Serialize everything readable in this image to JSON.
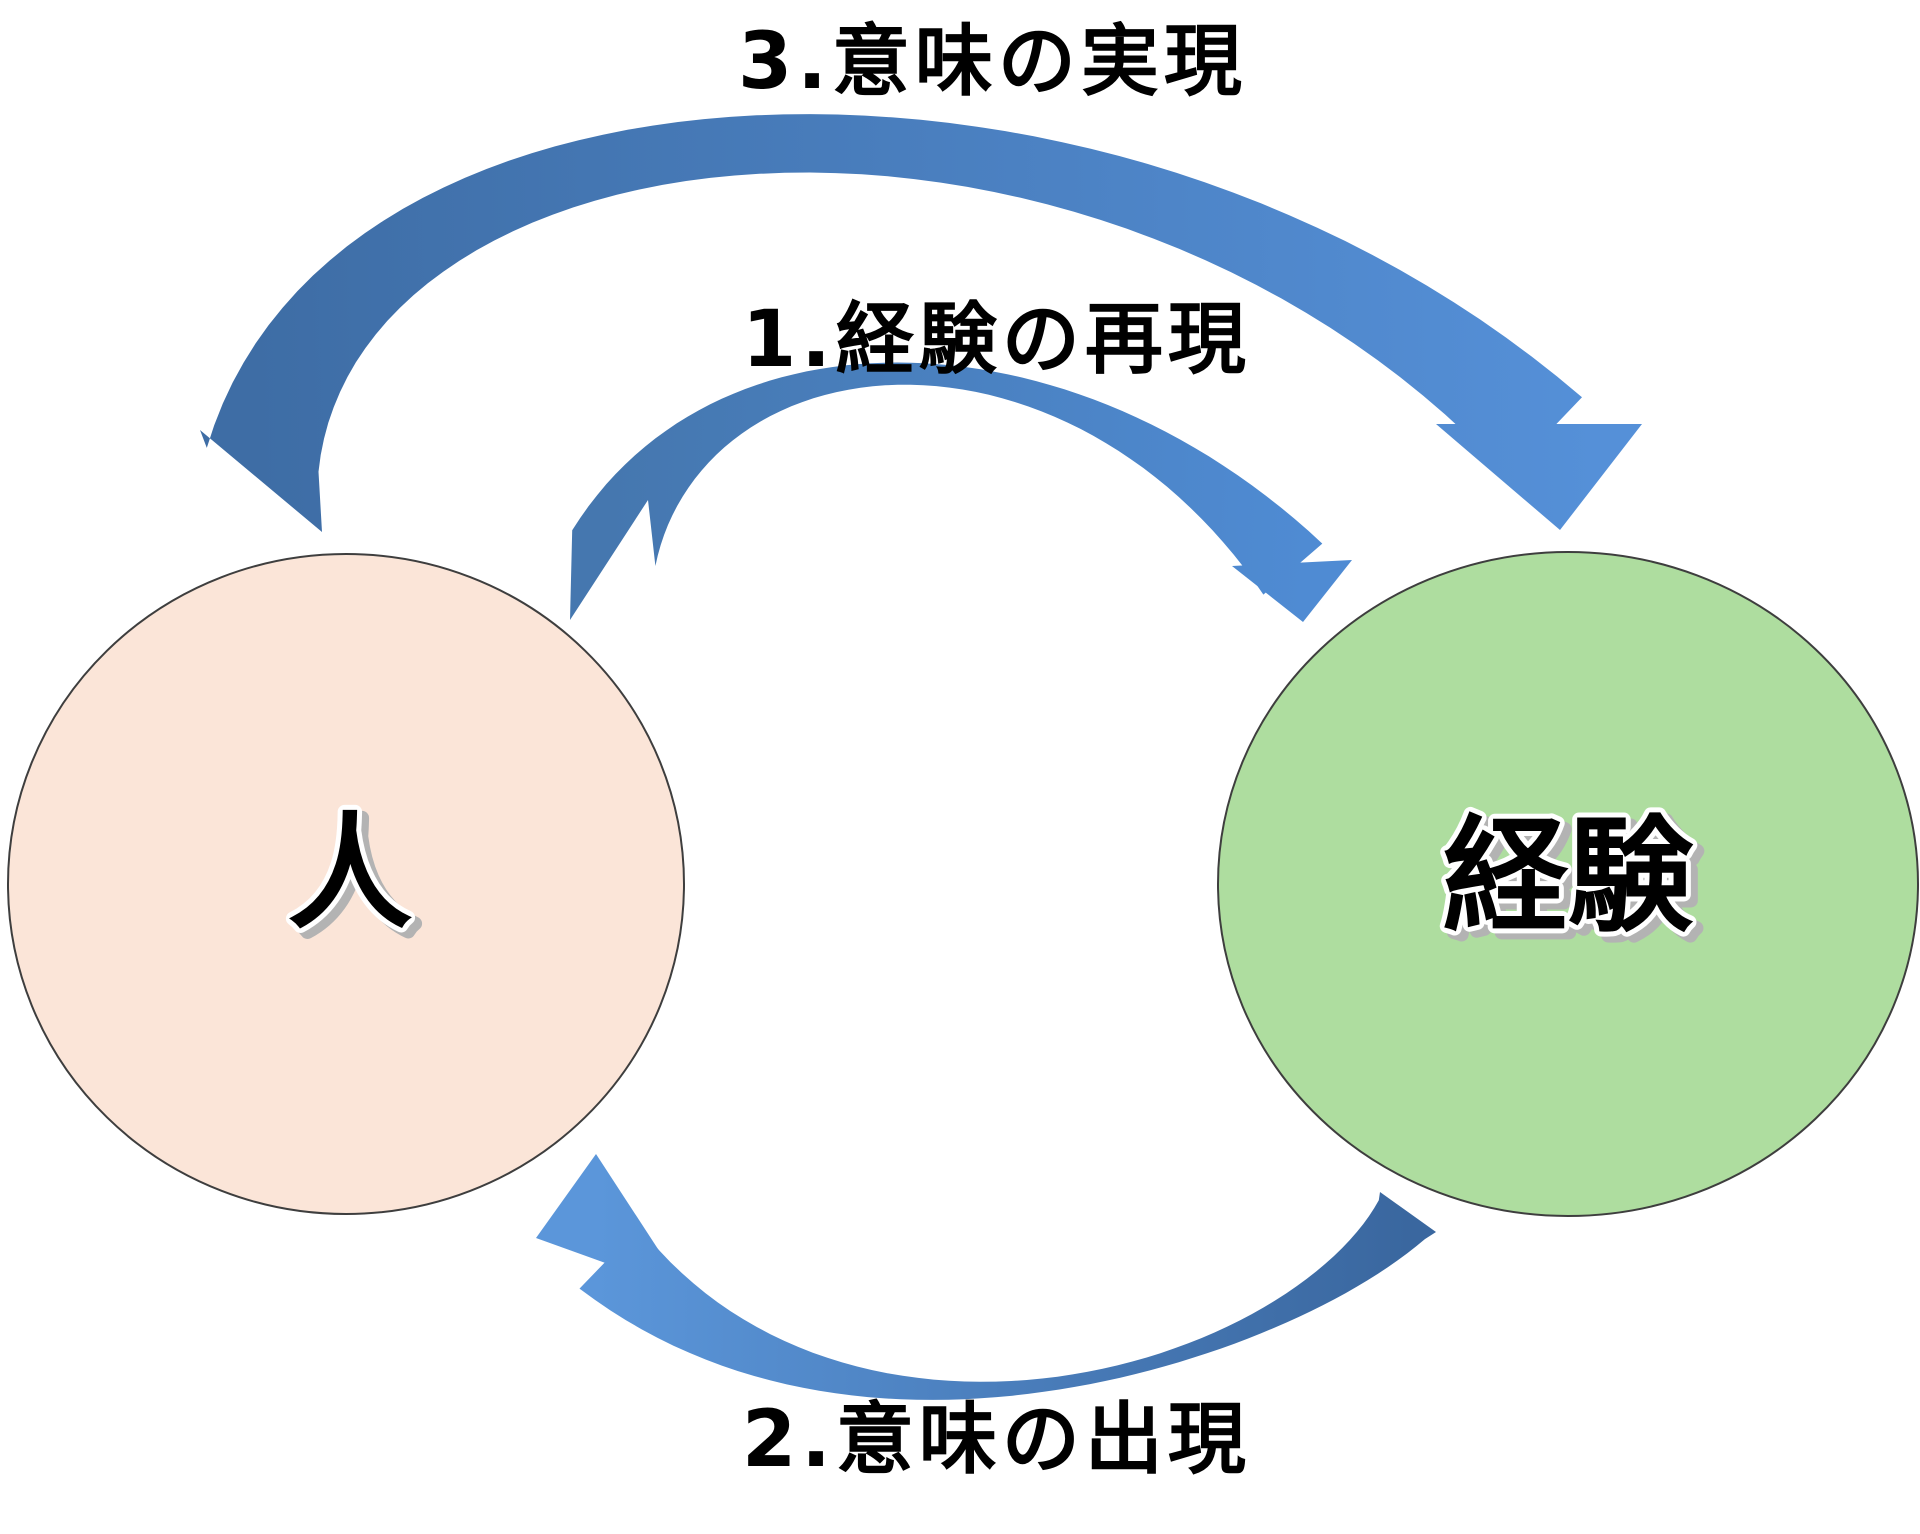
{
  "diagram": {
    "title": "experience-meaning-cycle",
    "background": "#ffffff",
    "nodes": [
      {
        "id": "person",
        "label": "人",
        "fill": "#fbe5d8",
        "stroke": "#3e3e3e"
      },
      {
        "id": "experience",
        "label": "経験",
        "fill": "#aedd9f",
        "stroke": "#3e3e3e"
      }
    ],
    "steps": [
      {
        "order": "1",
        "label": "1.経験の再現",
        "from": "person",
        "to": "experience",
        "color_start": "#4577af",
        "color_end": "#4f8bd3"
      },
      {
        "order": "2",
        "label": "2.意味の出現",
        "from": "experience",
        "to": "person",
        "color_start": "#3a679f",
        "color_end": "#5b96da"
      },
      {
        "order": "3",
        "label": "3.意味の実現",
        "from": "person",
        "to": "experience",
        "color_start": "#3e6da5",
        "color_end": "#5590d8"
      }
    ],
    "label_color": "#000000"
  }
}
